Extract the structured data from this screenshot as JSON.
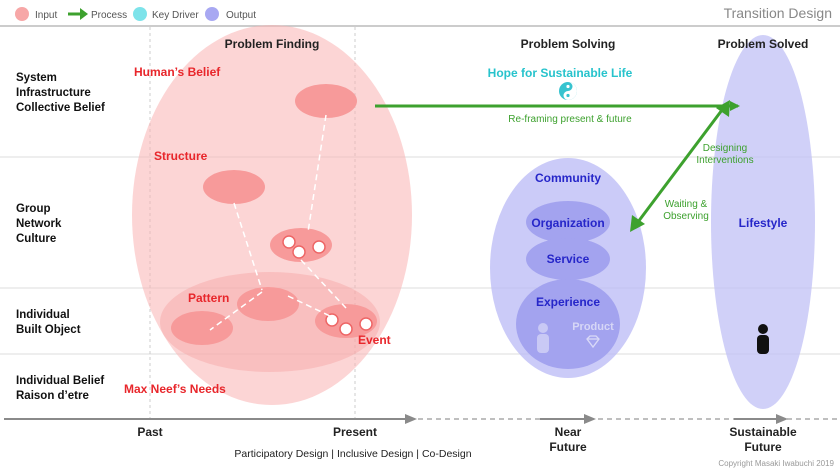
{
  "header": {
    "title": "Transition Design",
    "legend": [
      {
        "label": "Input",
        "color": "#f7a7a7",
        "icon": "circle-icon"
      },
      {
        "label": "Process",
        "color": "#3da12e",
        "icon": "arrow-right-icon"
      },
      {
        "label": "Key Driver",
        "color": "#7de3ea",
        "icon": "circle-icon"
      },
      {
        "label": "Output",
        "color": "#a8a8f2",
        "icon": "circle-icon"
      }
    ]
  },
  "columns": {
    "problem_finding": "Problem Finding",
    "problem_solving": "Problem Solving",
    "problem_solved": "Problem Solved"
  },
  "rows": {
    "row1": [
      "System",
      "Infrastructure",
      "Collective Belief"
    ],
    "row2": [
      "Group",
      "Network",
      "Culture"
    ],
    "row3": [
      "Individual",
      "Built Object"
    ],
    "row4": [
      "Individual Belief",
      "Raison d’etre"
    ]
  },
  "inputs": {
    "humans_belief": "Human’s Belief",
    "structure": "Structure",
    "pattern": "Pattern",
    "event": "Event",
    "max_neef": "Max Neef’s Needs"
  },
  "key_driver": {
    "hope": "Hope for Sustainable Life",
    "icon": "yin-yang-icon"
  },
  "process": {
    "reframing": "Re-framing present & future",
    "designing": [
      "Designing",
      "Interventions"
    ],
    "waiting": [
      "Waiting &",
      "Observing"
    ]
  },
  "outputs": {
    "community": "Community",
    "organization": "Organization",
    "service": "Service",
    "experience": "Experience",
    "product": "Product",
    "lifestyle": "Lifestyle",
    "person_icon": "person-icon",
    "diamond_icon": "diamond-icon"
  },
  "timeline": {
    "past": "Past",
    "present": "Present",
    "near_future": [
      "Near",
      "Future"
    ],
    "sustainable_future": [
      "Sustainable",
      "Future"
    ]
  },
  "footer": {
    "design_types": "Participatory Design | Inclusive Design | Co-Design",
    "copyright": "Copyright Masaki Iwabuchi 2019"
  }
}
